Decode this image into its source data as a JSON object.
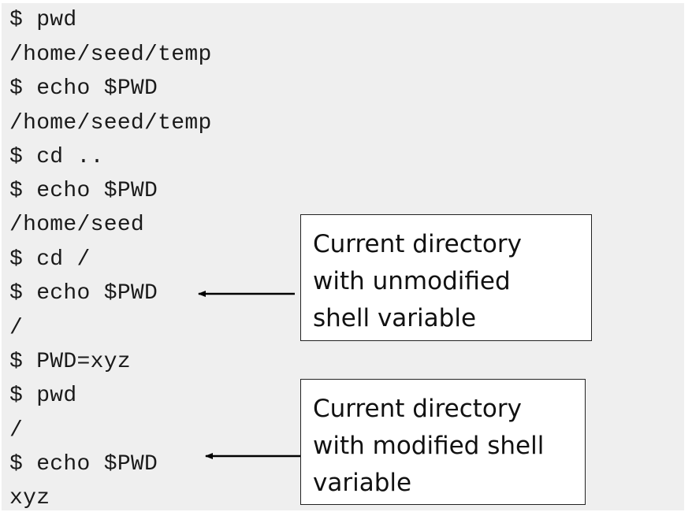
{
  "terminal": {
    "lines": [
      "$ pwd",
      "/home/seed/temp",
      "$ echo $PWD",
      "/home/seed/temp",
      "$ cd ..",
      "$ echo $PWD",
      "/home/seed",
      "$ cd /",
      "$ echo $PWD",
      "/",
      "$ PWD=xyz",
      "$ pwd",
      "/",
      "$ echo $PWD",
      "xyz"
    ]
  },
  "callouts": [
    {
      "lines": [
        "Current directory",
        "with unmodified",
        "shell variable"
      ]
    },
    {
      "lines": [
        "Current directory",
        "with modified shell",
        "variable"
      ]
    }
  ],
  "colors": {
    "terminal_background": "#efefef",
    "text": "#1a1a1a",
    "callout_border": "#222222",
    "arrow": "#000000"
  }
}
